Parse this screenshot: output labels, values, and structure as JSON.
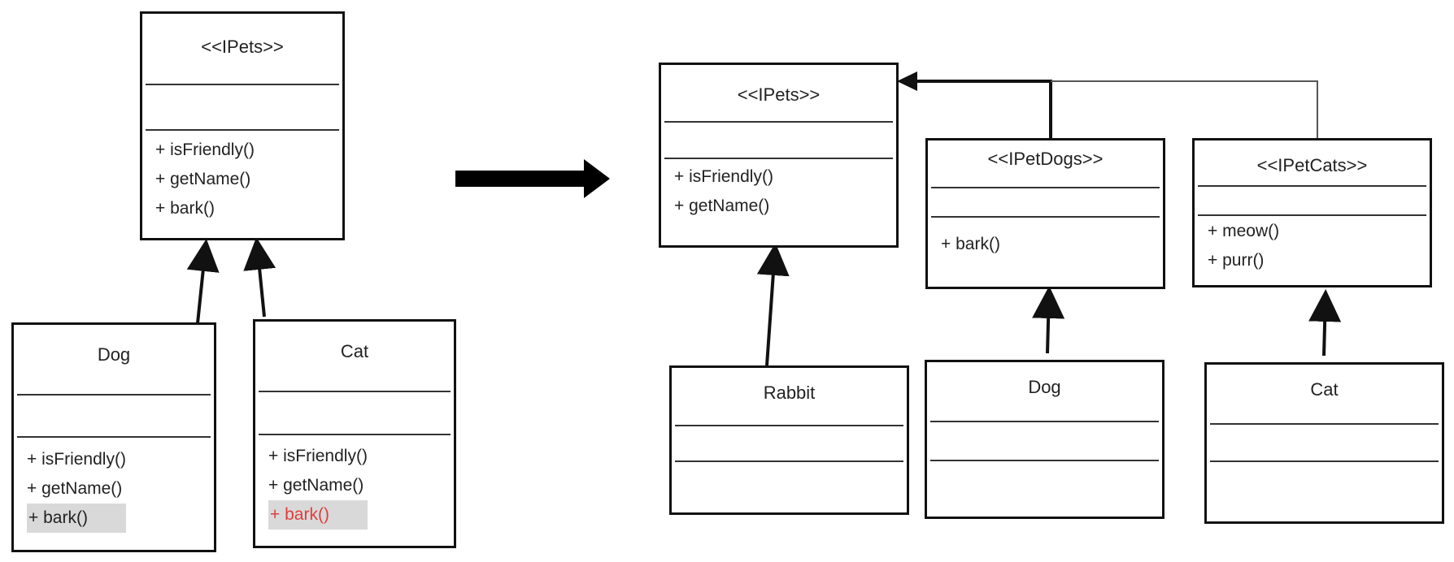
{
  "left": {
    "ipets": {
      "title": "<<IPets>>",
      "methods": [
        "+ isFriendly()",
        "+ getName()",
        "+ bark()"
      ]
    },
    "dog": {
      "title": "Dog",
      "methods": [
        "+ isFriendly()",
        "+ getName()",
        "+ bark()"
      ]
    },
    "cat": {
      "title": "Cat",
      "methods": [
        "+ isFriendly()",
        "+ getName()",
        "+ bark()"
      ]
    }
  },
  "right": {
    "ipets": {
      "title": "<<IPets>>",
      "methods": [
        "+ isFriendly()",
        "+ getName()"
      ]
    },
    "ipetdogs": {
      "title": "<<IPetDogs>>",
      "methods": [
        "+ bark()"
      ]
    },
    "ipetcats": {
      "title": "<<IPetCats>>",
      "methods": [
        "+ meow()",
        "+ purr()"
      ]
    },
    "rabbit": {
      "title": "Rabbit"
    },
    "dog": {
      "title": "Dog"
    },
    "cat": {
      "title": "Cat"
    }
  },
  "colors": {
    "line": "#111111",
    "highlight_bg": "#d9d9d9",
    "violation_text": "#e23c3c"
  }
}
